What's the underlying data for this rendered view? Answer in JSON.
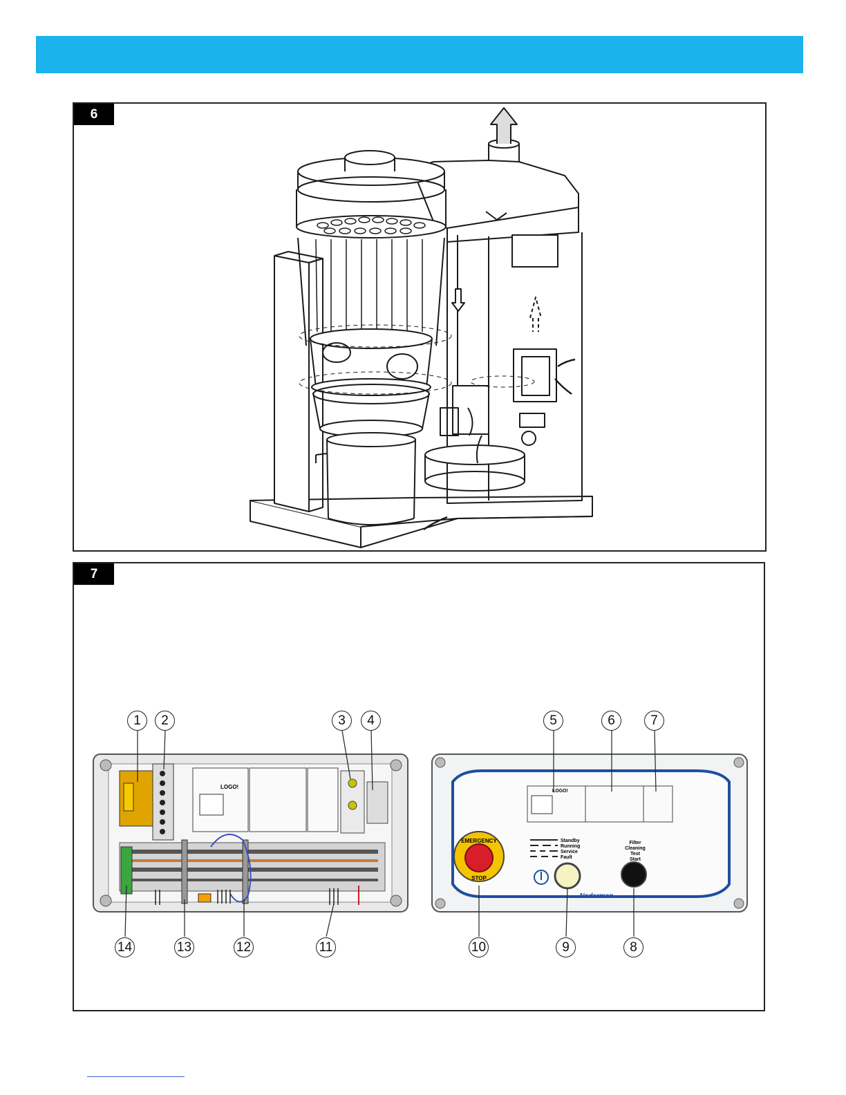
{
  "figures": [
    {
      "tag": "6"
    },
    {
      "tag": "7"
    }
  ],
  "callouts": {
    "c1": "1",
    "c2": "2",
    "c3": "3",
    "c4": "4",
    "c5": "5",
    "c6": "6",
    "c7": "7",
    "c8": "8",
    "c9": "9",
    "c10": "10",
    "c11": "11",
    "c12": "12",
    "c13": "13",
    "c14": "14"
  },
  "panel_labels": {
    "logo": "LOGO!",
    "emergency_top": "EMERGENCY",
    "emergency_bottom": "STOP",
    "legend": [
      "Standby",
      "Running",
      "Service",
      "Fault"
    ],
    "filter_cleaning": [
      "Filter",
      "Cleaning",
      "Test",
      "Start"
    ],
    "brand": "Nederman"
  },
  "colors": {
    "header": "#1ab3ec",
    "estop_red": "#d81e2a",
    "estop_yellow": "#f4c400",
    "brand_blue": "#1d4fa0",
    "lamp_yellow": "#f6f3c2"
  }
}
